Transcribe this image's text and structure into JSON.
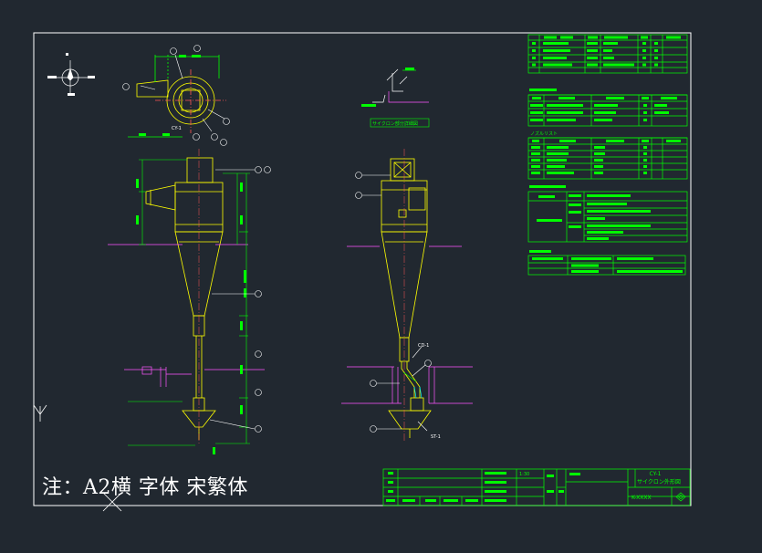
{
  "colors": {
    "background": "#212830",
    "border": "#ffffff",
    "table": "#00ff00",
    "drawing": "#ffff00",
    "dimension": "#00ff00",
    "leader": "#ffffff",
    "pipe": "#ff55ff",
    "cyan": "#00ffff"
  },
  "sections": {
    "s2_title": "ノズルリスト",
    "s3_title": "ノズルリスト",
    "s4_title": "特記事項",
    "s5_title": "塗装仕上"
  },
  "labels": {
    "section_a": "サイクロン部分詳細図",
    "tag_cd1": "CD-1",
    "tag_st1": "ST-1",
    "tag_cy1": "CY-1",
    "tag_cd1b": "CD-1"
  },
  "titleblock": {
    "title1": "CY-1",
    "title2": "サイクロン外形図",
    "drawing_no": "K-XXXX",
    "scale": "1:30"
  },
  "note": "注：A2横 字体 宋繁体",
  "icons": {
    "north_arrow": "north-arrow-icon",
    "ucs": "ucs-axis-icon"
  }
}
